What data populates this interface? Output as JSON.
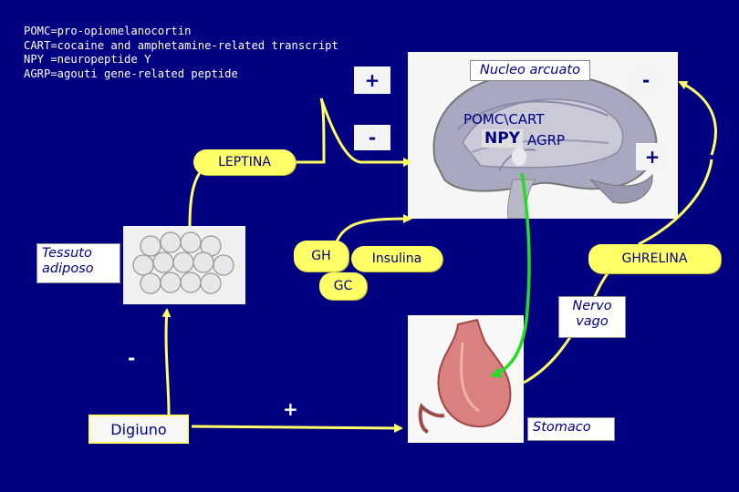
{
  "legend": [
    "POMC=pro-opiomelanocortin",
    "CART=cocaine and amphetamine-related transcript",
    "NPY  =neuropeptide Y",
    "AGRP=agouti gene-related peptide"
  ],
  "labels": {
    "nucleo_arcuato": "Nucleo arcuato",
    "pomc_cart": "POMC\\CART",
    "npy": "NPY",
    "agrp": "AGRP",
    "leptina": "LEPTINA",
    "tessuto_adiposo_line1": "Tessuto",
    "tessuto_adiposo_line2": "adiposo",
    "gh": "GH",
    "insulina": "Insulina",
    "gc": "GC",
    "ghrelina": "GHRELINA",
    "nervo_vago_line1": "Nervo",
    "nervo_vago_line2": "vago",
    "digiuno": "Digiuno",
    "stomaco": "Stomaco"
  },
  "signs": {
    "plus_top": "+",
    "minus_mid": "-",
    "minus_top_right": "-",
    "plus_right": "+",
    "minus_left": "-",
    "plus_bottom": "+"
  },
  "colors": {
    "background": "#000080",
    "arrow_yellow": "#ffff66",
    "arrow_green": "#22dd22",
    "label_text": "#000080"
  }
}
